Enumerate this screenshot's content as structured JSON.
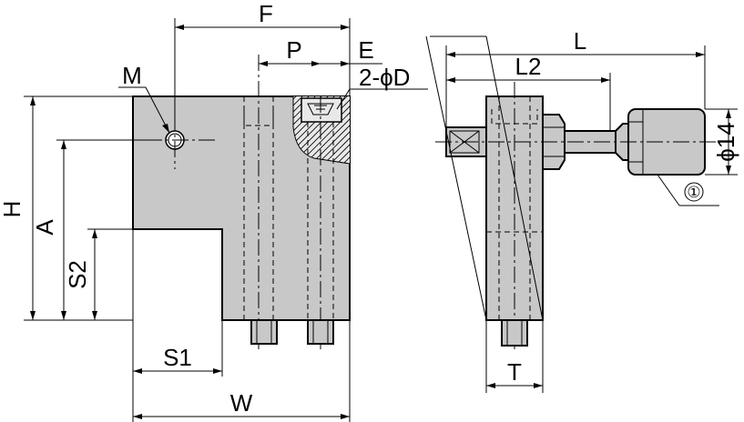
{
  "labels": {
    "F": "F",
    "P": "P",
    "E": "E",
    "D": "2-ϕD",
    "M": "M",
    "H": "H",
    "A": "A",
    "S2": "S2",
    "S1": "S1",
    "W": "W",
    "L": "L",
    "L2": "L2",
    "phi14": "ϕ14",
    "T": "T",
    "callout1": "①"
  }
}
